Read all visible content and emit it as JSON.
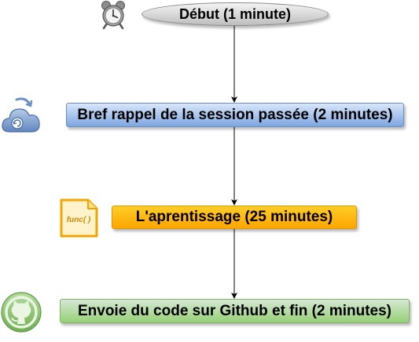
{
  "diagram": {
    "nodes": [
      {
        "id": "start",
        "label": "Début (1 minute)",
        "icon": "alarm-clock-icon"
      },
      {
        "id": "recall",
        "label": "Bref rappel de la session passée (2 minutes)",
        "icon": "cloud-sync-icon"
      },
      {
        "id": "learning",
        "label": "L'aprentissage (25 minutes)",
        "icon": "func-file-icon"
      },
      {
        "id": "end",
        "label": "Envoie du code sur Github et fin (2 minutes)",
        "icon": "github-icon"
      }
    ],
    "edges": [
      {
        "from": "start",
        "to": "recall"
      },
      {
        "from": "recall",
        "to": "learning"
      },
      {
        "from": "learning",
        "to": "end"
      }
    ],
    "func_icon_text": "func( )"
  },
  "colors": {
    "start_fill": "#bdbdbd",
    "recall_fill": "#7ea6e0",
    "learning_fill": "#ffa500",
    "end_fill": "#97d077"
  }
}
